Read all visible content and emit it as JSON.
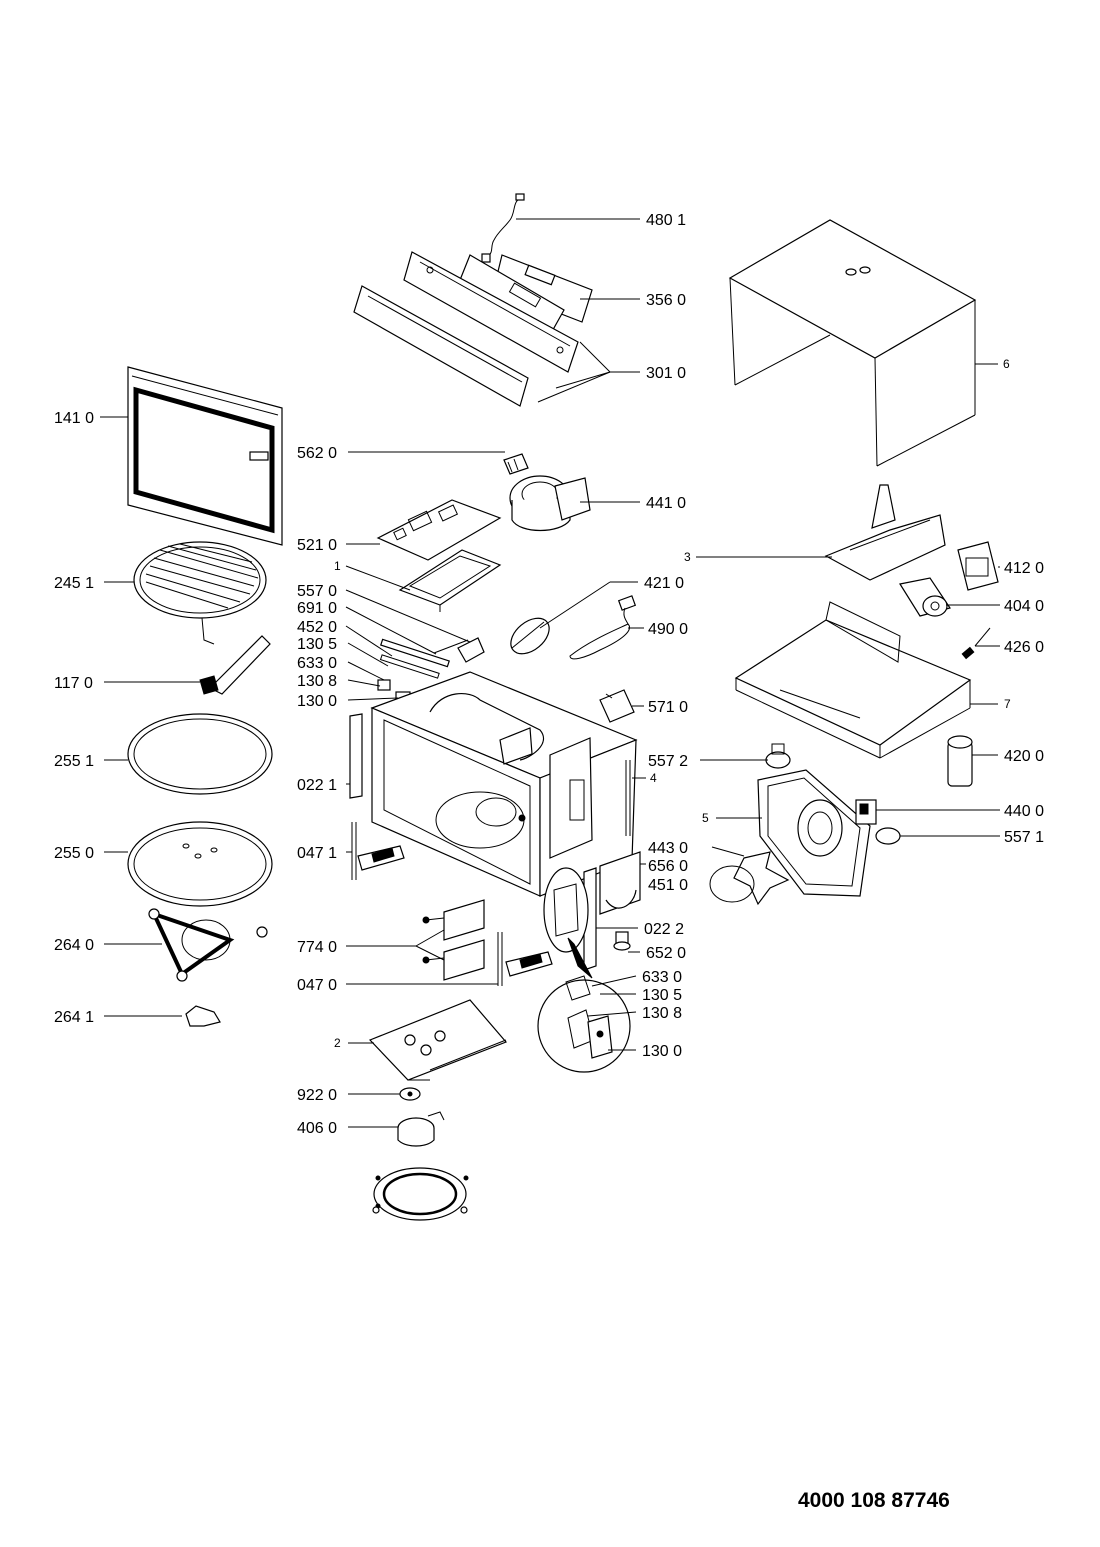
{
  "document_number": "4000 108 87746",
  "labels": {
    "p480_1": "480 1",
    "p356_0": "356 0",
    "p301_0": "301 0",
    "p6": "6",
    "p141_0": "141 0",
    "p562_0": "562 0",
    "p441_0": "441 0",
    "p521_0": "521 0",
    "p3": "3",
    "p412_0": "412 0",
    "p245_1": "245 1",
    "p1": "1",
    "p421_0": "421 0",
    "p404_0": "404 0",
    "p557_0": "557 0",
    "p691_0": "691 0",
    "p452_0": "452 0",
    "p130_5a": "130 5",
    "p633_0a": "633 0",
    "p130_8a": "130 8",
    "p130_0a": "130 0",
    "p490_0": "490 0",
    "p426_0": "426 0",
    "p117_0": "117 0",
    "p571_0": "571 0",
    "p7": "7",
    "p255_1": "255 1",
    "p557_2": "557 2",
    "p420_0": "420 0",
    "p022_1": "022 1",
    "p4": "4",
    "p5": "5",
    "p440_0": "440 0",
    "p557_1": "557 1",
    "p255_0": "255 0",
    "p047_1": "047 1",
    "p443_0": "443 0",
    "p656_0": "656 0",
    "p451_0": "451 0",
    "p264_0": "264 0",
    "p774_0": "774 0",
    "p022_2": "022 2",
    "p652_0": "652 0",
    "p047_0": "047 0",
    "p633_0b": "633 0",
    "p264_1": "264 1",
    "p130_5b": "130 5",
    "p130_8b": "130 8",
    "p2": "2",
    "p130_0b": "130 0",
    "p922_0": "922 0",
    "p406_0": "406 0"
  }
}
